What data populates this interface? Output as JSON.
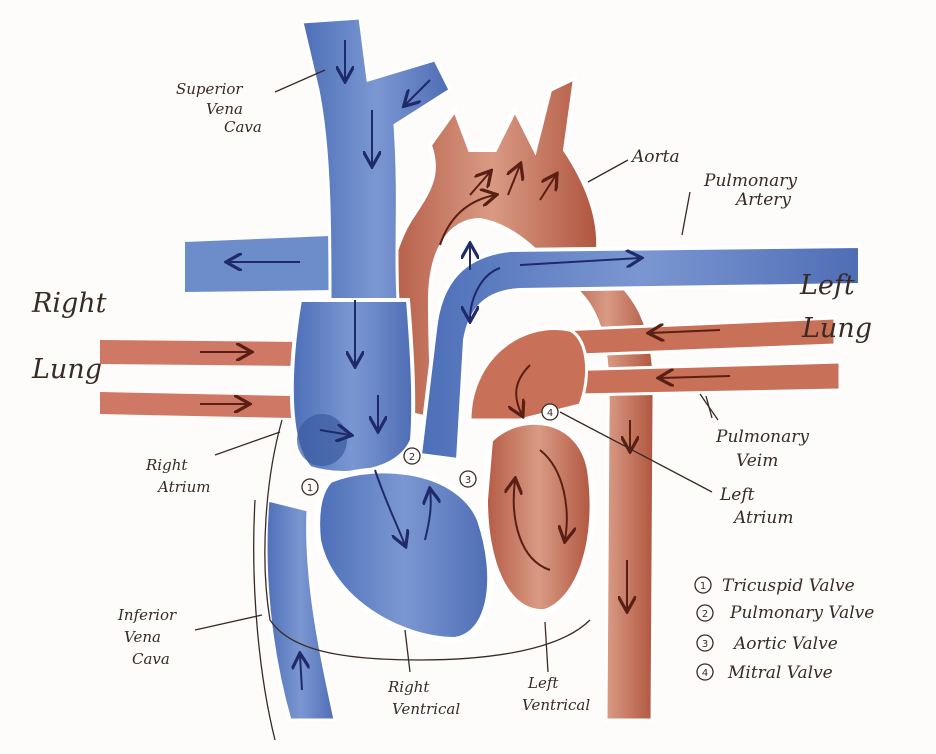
{
  "labels": {
    "superior_vena_cava": [
      "Superior",
      "Vena",
      "Cava"
    ],
    "aorta": "Aorta",
    "pulmonary_artery": [
      "Pulmonary",
      "Artery"
    ],
    "right_lung": [
      "Right",
      "Lung"
    ],
    "left_lung": [
      "Left",
      "Lung"
    ],
    "pulmonary_vein": [
      "Pulmonary",
      "Veim"
    ],
    "right_atrium": [
      "Right",
      "Atrium"
    ],
    "left_atrium": [
      "Left",
      "Atrium"
    ],
    "inferior_vena_cava": [
      "Inferior",
      "Vena",
      "Cava"
    ],
    "right_ventricle": [
      "Right",
      "Ventrical"
    ],
    "left_ventricle": [
      "Left",
      "Ventrical"
    ]
  },
  "valve_markers": [
    "1",
    "2",
    "3",
    "4"
  ],
  "legend": [
    {
      "num": "1",
      "text": "Tricuspid Valve"
    },
    {
      "num": "2",
      "text": "Pulmonary Valve"
    },
    {
      "num": "3",
      "text": "Aortic Valve"
    },
    {
      "num": "4",
      "text": "Mitral Valve"
    }
  ],
  "colors": {
    "deoxygenated": "#5d7fc4",
    "oxygenated": "#c3705a",
    "ink": "#3a2a24"
  }
}
